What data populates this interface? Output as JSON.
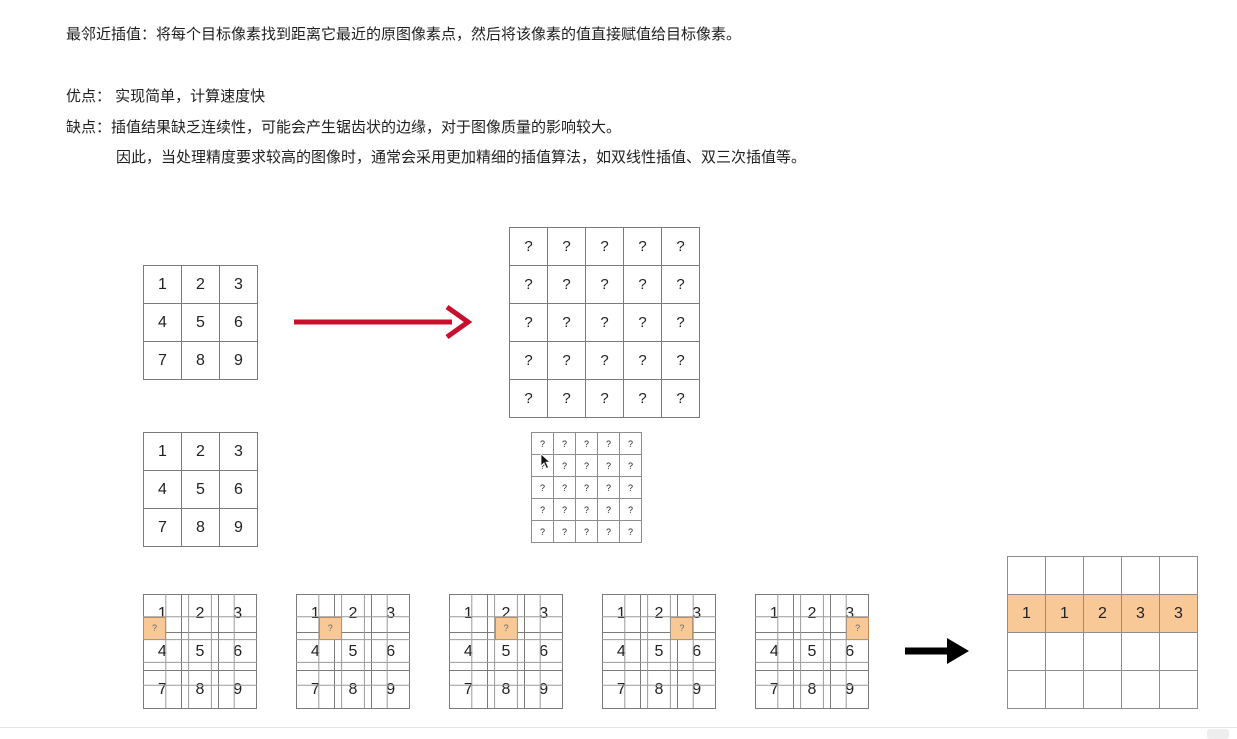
{
  "text": {
    "line1": "最邻近插值：将每个目标像素找到距离它最近的原图像素点，然后将该像素的值直接赋值给目标像素。",
    "pros": "优点： 实现简单，计算速度快",
    "cons": "缺点：插值结果缺乏连续性，可能会产生锯齿状的边缘，对于图像质量的影响较大。",
    "cons2": "因此，当处理精度要求较高的图像时，通常会采用更加精细的插值算法，如双线性插值、双三次插值等。"
  },
  "source_grid": [
    [
      "1",
      "2",
      "3"
    ],
    [
      "4",
      "5",
      "6"
    ],
    [
      "7",
      "8",
      "9"
    ]
  ],
  "target_grid": [
    [
      "?",
      "?",
      "?",
      "?",
      "?"
    ],
    [
      "?",
      "?",
      "?",
      "?",
      "?"
    ],
    [
      "?",
      "?",
      "?",
      "?",
      "?"
    ],
    [
      "?",
      "?",
      "?",
      "?",
      "?"
    ],
    [
      "?",
      "?",
      "?",
      "?",
      "?"
    ]
  ],
  "overlay_highlight_label": "?",
  "result_grid": [
    [
      "",
      "",
      "",
      "",
      ""
    ],
    [
      "1",
      "1",
      "2",
      "3",
      "3"
    ],
    [
      "",
      "",
      "",
      "",
      ""
    ],
    [
      "",
      "",
      "",
      "",
      ""
    ],
    [
      "",
      "",
      "",
      "",
      ""
    ]
  ],
  "colors": {
    "highlight": "#f8c896",
    "red_arrow": "#c8102e",
    "black_arrow": "#000000",
    "grid_line": "#7a7a7a"
  },
  "icons": {
    "cursor": "mouse-cursor-icon"
  }
}
